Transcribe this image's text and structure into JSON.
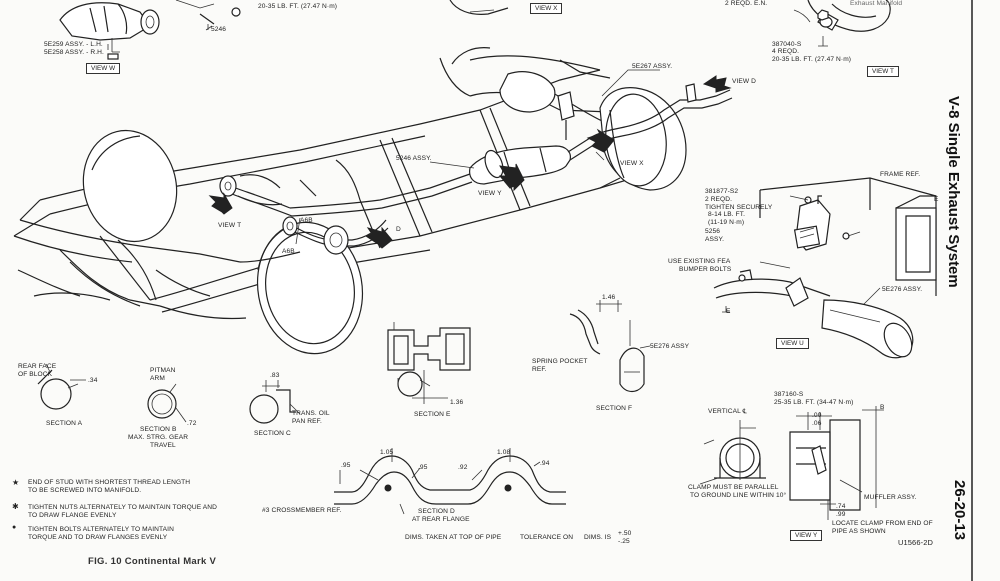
{
  "side_title": "V-8 Single Exhaust System",
  "page_number": "26-20-13",
  "figure_caption": "FIG. 10 Continental Mark V",
  "drawing_id": "U1566-2D",
  "views": {
    "w": "VIEW W",
    "x_top": "VIEW X",
    "t": "VIEW T",
    "u": "VIEW U",
    "y": "VIEW Y",
    "d_arrow": "VIEW D",
    "x_arrow": "VIEW X",
    "y_arrow": "VIEW Y",
    "t_arrow": "VIEW T",
    "d_small": "D"
  },
  "labels": {
    "torque_top_left": "20-35 LB. FT. (27.47 N·m)",
    "part_5e259": "5E259 ASSY. - L.H.",
    "part_5e258": "5E258 ASSY. - R.H.",
    "part_5246_top": "5246",
    "top_right_reqd": "2 REQD. E.N.",
    "top_right_partial": "Exhaust Manifold",
    "bolt_387040": "387040-S",
    "bolt_4reqd": "4 REQD.",
    "torque_view_t": "20-35 LB. FT. (27.47 N·m)",
    "part_5e267": "5E267 ASSY.",
    "part_5246_muffler": "5246 ASSY.",
    "a6b_1": "A6B",
    "a6b_2": "A6B",
    "frame_ref": "FRAME REF.",
    "bolt_381877": "381877-S2",
    "reqd_2": "2 REQD.",
    "tighten_securely": "TIGHTEN SECURELY",
    "torque_8_14": "8-14 LB. FT.",
    "torque_11_19": "(11-19 N·m)",
    "part_5256": "5256",
    "assy": "ASSY.",
    "use_existing": "USE EXISTING FEA",
    "bumper_bolts": "BUMPER BOLTS",
    "part_5e276": "5E276 ASSY.",
    "rear_face": "REAR FACE",
    "of_block": "OF BLOCK",
    "dim_34": ".34",
    "section_a": "SECTION A",
    "pitman": "PITMAN",
    "arm": "ARM",
    "dim_72": ".72",
    "section_b": "SECTION B",
    "max_strg": "MAX. STRG. GEAR",
    "travel": "TRAVEL",
    "dim_83": ".83",
    "trans_oil": "TRANS. OIL",
    "pan_ref": "PAN REF.",
    "section_c": "SECTION C",
    "dim_136": "1.36",
    "section_e": "SECTION E",
    "dim_146": "1.46",
    "spring_pocket": "SPRING POCKET",
    "ref": "REF.",
    "part_5e276_f": "5E276 ASSY",
    "section_f": "SECTION F",
    "dim_105": "1.05",
    "dim_108": "1.08",
    "dim_95a": ".95",
    "dim_95b": ".95",
    "dim_92": ".92",
    "dim_94": ".94",
    "crossmember_ref": "#3 CROSSMEMBER REF.",
    "section_d": "SECTION D",
    "at_rear_flange": "AT REAR FLANGE",
    "dims_top_pipe": "DIMS. TAKEN AT TOP OF PIPE",
    "tolerance_on": "TOLERANCE ON",
    "dims_is": "DIMS. IS",
    "tol_plus": "+.50",
    "tol_minus": "-.25",
    "bolt_387160": "387160-S",
    "torque_25_35": "25-35 LB. FT. (34-47 N·m)",
    "vertical": "VERTICAL ℄",
    "dim_00": ".00",
    "dim_06": ".06",
    "clamp_parallel": "CLAMP MUST BE PARALLEL",
    "ground_line": "TO GROUND LINE WITHIN 10°",
    "muffler_assy": "MUFFLER ASSY.",
    "dim_74": ".74",
    "dim_99": ".99",
    "locate_clamp": "LOCATE CLAMP FROM END OF",
    "pipe_as_shown": "PIPE AS SHOWN",
    "e_letter_1": "E",
    "e_letter_2": "E",
    "b_letter": "B"
  },
  "notes": [
    {
      "symbol": "★",
      "line1": "END OF STUD WITH SHORTEST THREAD LENGTH",
      "line2": "TO BE SCREWED INTO MANIFOLD."
    },
    {
      "symbol": "✱",
      "line1": "TIGHTEN NUTS ALTERNATELY TO MAINTAIN TORQUE AND",
      "line2": "TO DRAW FLANGE EVENLY"
    },
    {
      "symbol": "●",
      "line1": "TIGHTEN BOLTS ALTERNATELY TO MAINTAIN",
      "line2": "TORQUE AND TO DRAW FLANGES EVENLY"
    }
  ]
}
